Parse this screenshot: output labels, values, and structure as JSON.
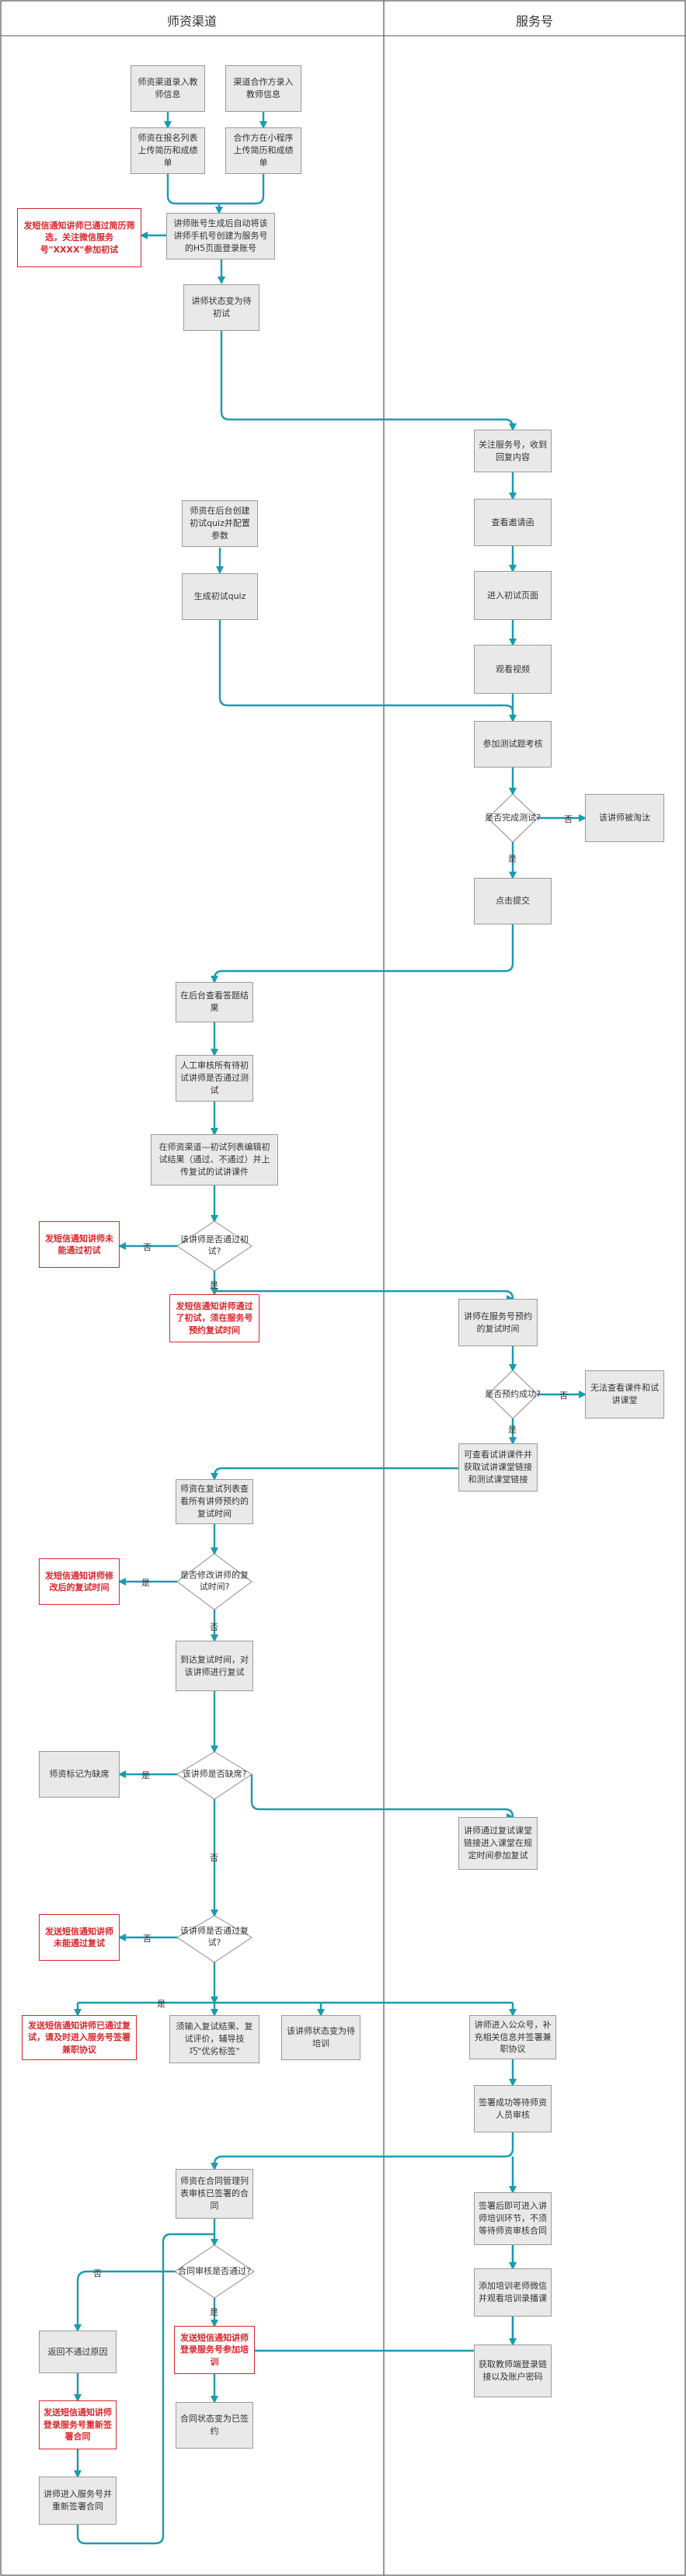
{
  "lanes": {
    "left": "师资渠道",
    "right": "服务号"
  },
  "nodes": {
    "n1": "师资渠道录入教师信息",
    "n2": "渠道合作方录入教师信息",
    "n3": "师资在报名列表上传简历和成绩单",
    "n4": "合作方在小程序上传简历和成绩单",
    "n5": "讲师账号生成后自动将该讲师手机号创建为服务号的H5页面登录账号",
    "r1": "发短信通知讲师已通过简历筛选，关注微信服务号\"XXXX\"参加初试",
    "n6": "讲师状态变为待初试",
    "s1": "关注服务号，收到回复内容",
    "n7": "师资在后台创建初试quiz并配置参数",
    "n8": "生成初试quiz",
    "s2": "查看邀请函",
    "s3": "进入初试页面",
    "s4": "观看视频",
    "s5": "参加测试题考核",
    "d1": "是否完成测试?",
    "s6": "该讲师被淘汰",
    "s7": "点击提交",
    "n9": "在后台查看答题结果",
    "n10": "人工审核所有待初试讲师是否通过测试",
    "n11": "在师资渠道—初试列表编辑初试结果（通过、不通过）并上传复试的试讲课件",
    "d2": "该讲师是否通过初试?",
    "r2": "发短信通知讲师未能通过初试",
    "r3": "发短信通知讲师通过了初试，须在服务号预约复试时间",
    "s8": "讲师在服务号预约的复试时间",
    "d3": "是否预约成功?",
    "s9": "无法查看课件和试讲课堂",
    "s10": "可查看试讲课件并获取试讲课堂链接和测试课堂链接",
    "n12": "师资在复试列表查看所有讲师预约的复试时间",
    "d4": "是否修改讲师的复试时间?",
    "r4": "发短信通知讲师修改后的复试时间",
    "n13": "到达复试时间，对该讲师进行复试",
    "d5": "该讲师是否缺席?",
    "n14": "师资标记为缺席",
    "s11": "讲师通过复试课堂链接进入课堂在规定时间参加复试",
    "d6": "该讲师是否通过复试?",
    "r5": "发送短信通知讲师未能通过复试",
    "r6": "发送短信通知讲师已通过复试，请及时进入服务号签署兼职协议",
    "n15": "须输入复试结果、复试评价，辅导技巧\"优劣标签\"",
    "n16": "该讲师状态变为待培训",
    "s12": "讲师进入公众号，补充相关信息并签署兼职协议",
    "s13": "签署成功等待师资人员审核",
    "n17": "师资在合同管理列表审核已签署的合同",
    "s14": "签署后即可进入讲师培训环节，不须等待师资审核合同",
    "d7": "合同审核是否通过?",
    "s15": "添加培训老师微信并观看培训录播课",
    "r7": "发送短信通知讲师登录服务号参加培训",
    "s16": "获取教师端登录链接以及账户密码",
    "n18": "返回不通过原因",
    "n19": "合同状态变为已签约",
    "r8": "发送短信通知讲师登录服务号重新签署合同",
    "n20": "讲师进入服务号并重新签署合同"
  },
  "edge_labels": {
    "yes": "是",
    "no": "否"
  }
}
